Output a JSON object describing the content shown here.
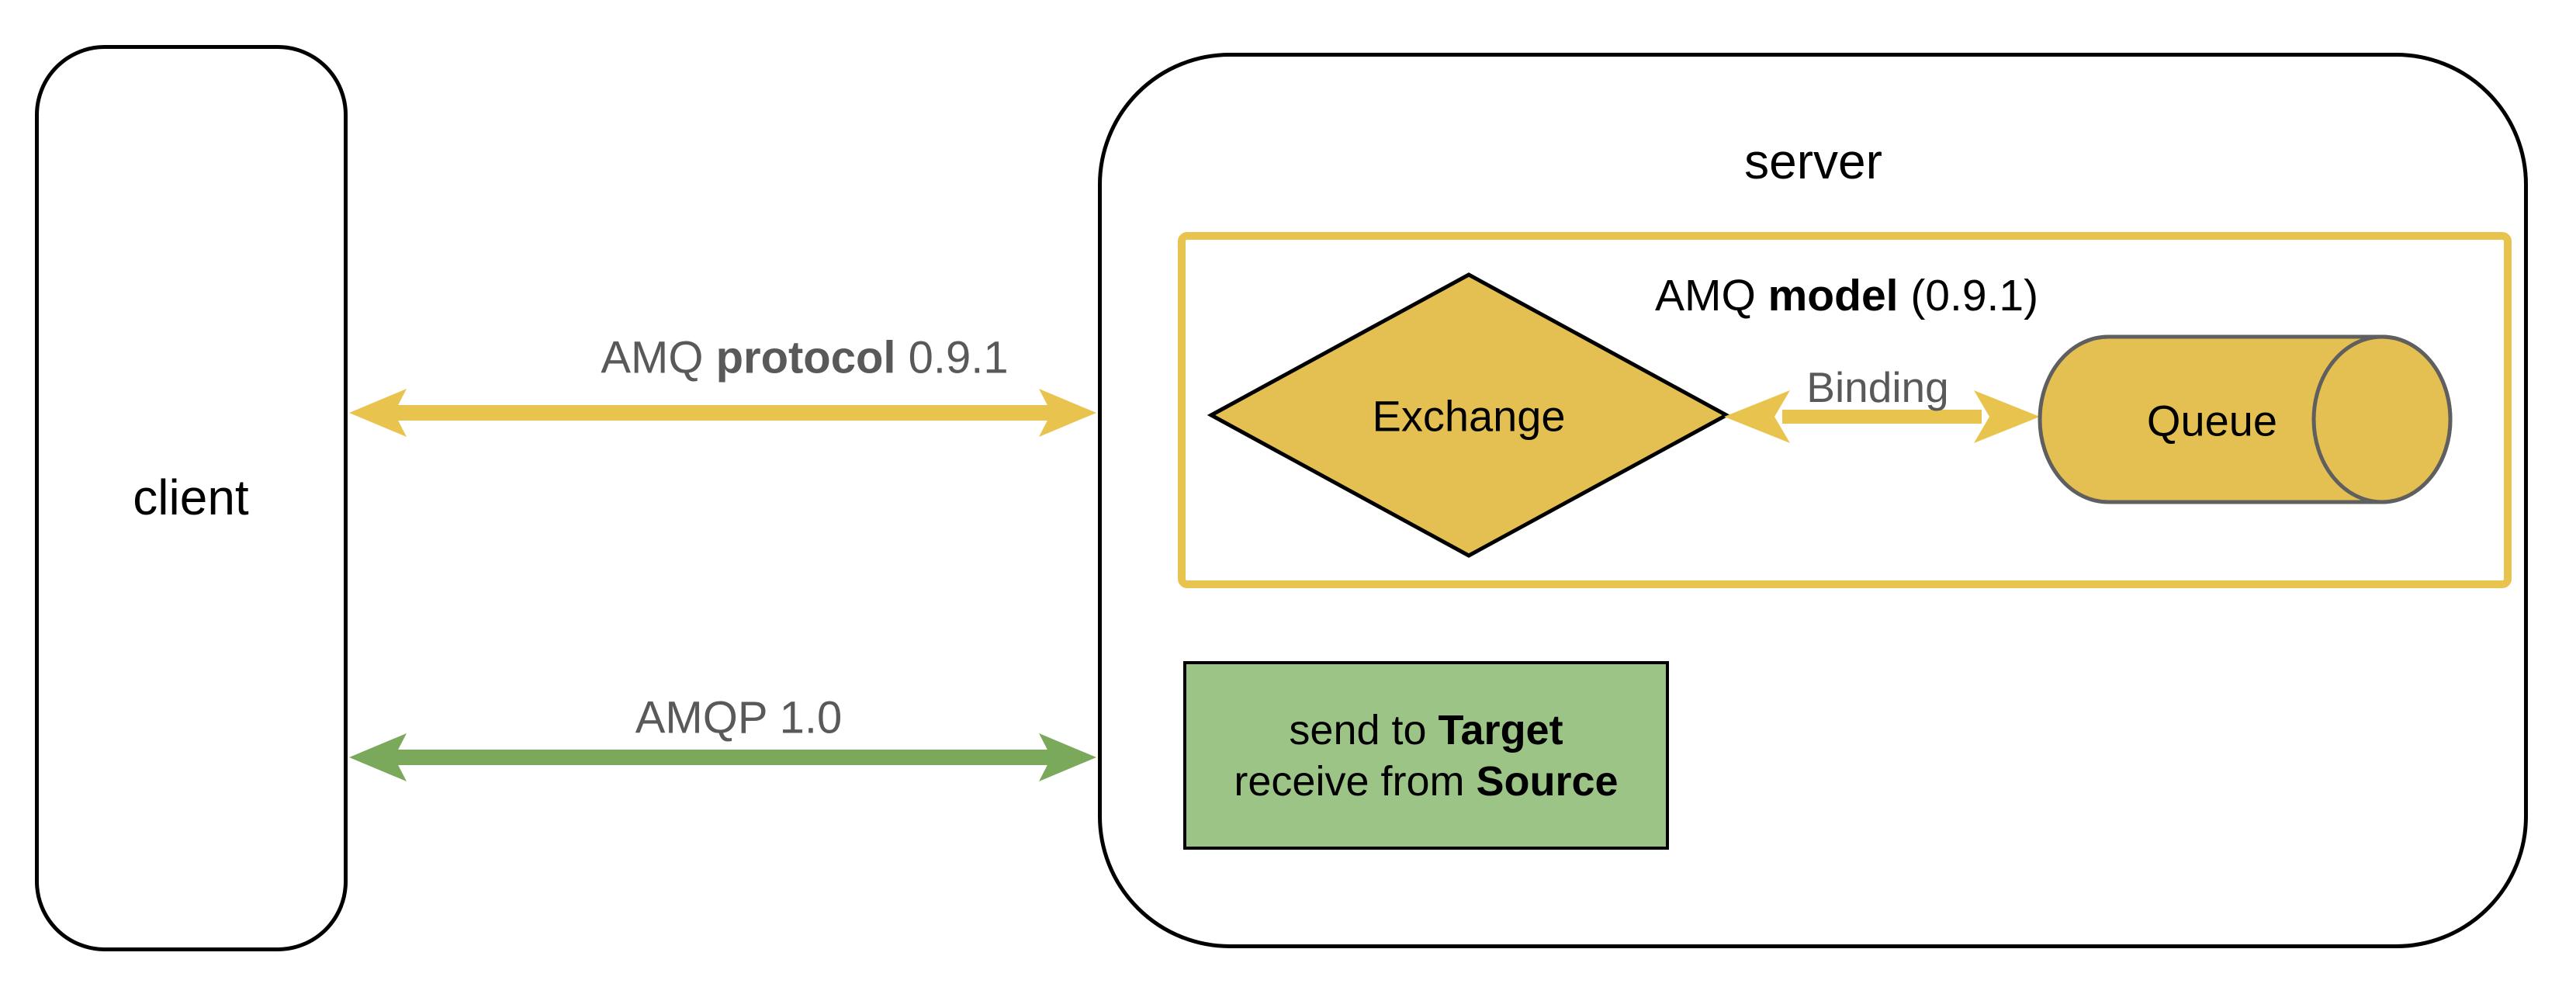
{
  "client": {
    "label": "client"
  },
  "server": {
    "label": "server"
  },
  "connections": {
    "protocol_091": {
      "pre": "AMQ ",
      "bold": "protocol",
      "post": " 0.9.1"
    },
    "amqp_10": {
      "label": "AMQP 1.0"
    },
    "binding": {
      "label": "Binding"
    }
  },
  "model": {
    "title": {
      "pre": "AMQ ",
      "bold": "model",
      "post": " (0.9.1)"
    },
    "exchange_label": "Exchange",
    "queue_label": "Queue"
  },
  "amqp_box": {
    "line1": {
      "pre": "send to ",
      "bold": "Target"
    },
    "line2": {
      "pre": "receive from ",
      "bold": "Source"
    }
  },
  "colors": {
    "arrow_yellow": "#E8C44F",
    "shape_yellow_fill": "#E4C053",
    "arrow_green": "#7BA95C",
    "green_box_fill": "#9CC487",
    "label_gray": "#595959",
    "outline_black": "#000000",
    "cylinder_stroke": "#5F5F5F"
  }
}
